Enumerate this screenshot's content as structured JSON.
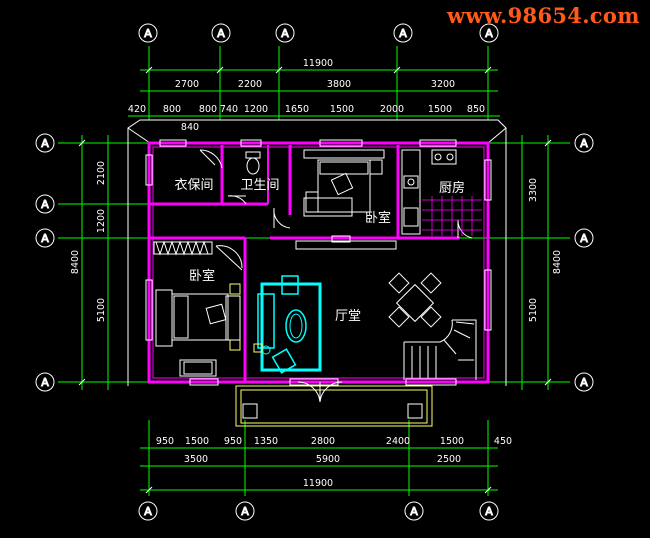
{
  "watermark": "www.98654.com",
  "axis_label": "A",
  "dims": {
    "top_total": "11900",
    "top_row1": [
      "2700",
      "2200",
      "3800",
      "3200"
    ],
    "top_row2": [
      "420",
      "800",
      "800",
      "740",
      "1200",
      "1650",
      "1500",
      "2000",
      "1500",
      "850"
    ],
    "top_small": "840",
    "bottom_row1": [
      "950",
      "1500",
      "950",
      "1350",
      "2800",
      "2400",
      "1500",
      "450"
    ],
    "bottom_row2": [
      "3500",
      "5900",
      "2500"
    ],
    "bottom_total": "11900",
    "left_total": "8400",
    "left_parts": [
      "2100",
      "1200",
      "5100"
    ],
    "right_total": "8400",
    "right_parts": [
      "3300",
      "5100"
    ]
  },
  "rooms": {
    "cloak": "衣保间",
    "wc": "卫生间",
    "bed1": "卧室",
    "kitchen": "厨房",
    "bed2": "卧室",
    "hall": "厅堂"
  },
  "colors": {
    "grid": "#00ff00",
    "wall": "#ff00ff",
    "wall_inner": "#ff33cc",
    "furniture": "#ffffff",
    "sofa": "#00ffff",
    "terrace": "#ffff66",
    "watermark": "#ff5a1a"
  }
}
